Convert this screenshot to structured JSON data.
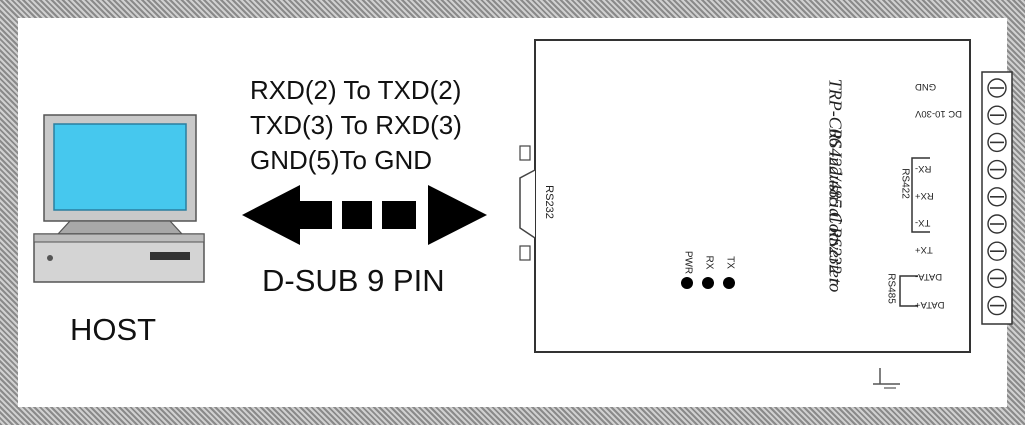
{
  "wiring_lines": [
    "RXD(2) To TXD(2)",
    "TXD(3) To RXD(3)",
    "GND(5)To GND"
  ],
  "cable_label": "D-SUB 9 PIN",
  "host_label": "HOST",
  "converter": {
    "title_line1": "TRP-C06 Industrial RS232 to",
    "title_line2": "RS422/485 Converter",
    "db9_label": "RS232",
    "leds": [
      "PWR",
      "RX",
      "TX"
    ],
    "terminals": [
      "GND",
      "DC 10-30V",
      "",
      "RX-",
      "RX+",
      "TX-",
      "TX+",
      "DATA-",
      "DATA+"
    ],
    "group_rs422": "RS422",
    "group_rs485": "RS485"
  },
  "colors": {
    "monitor_screen": "#46c8ee",
    "frame": "#9a9a9a",
    "arrow": "#000000"
  }
}
